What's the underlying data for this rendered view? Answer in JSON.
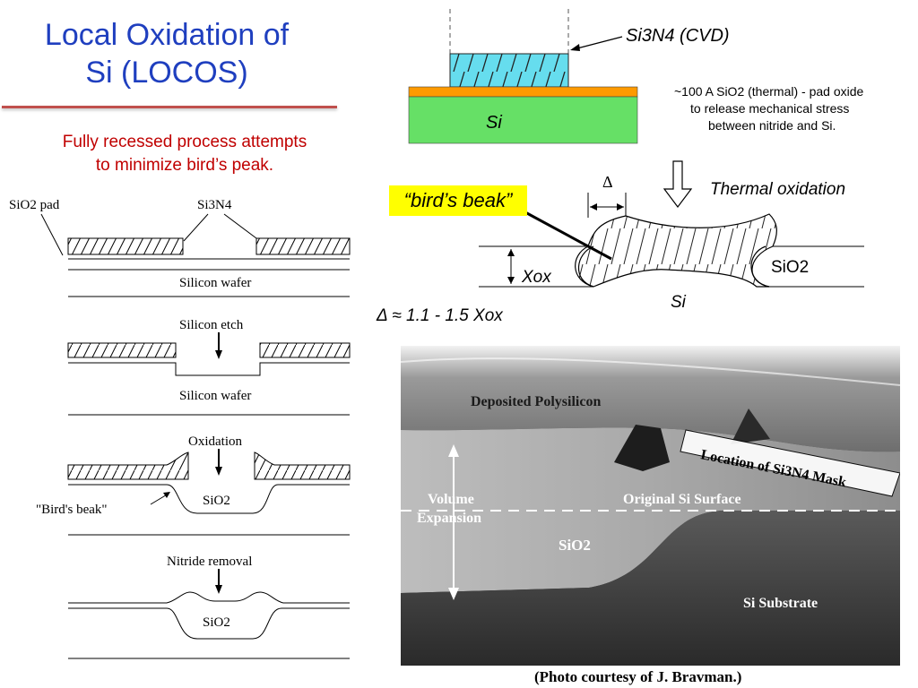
{
  "slide": {
    "title_line1": "Local Oxidation of",
    "title_line2": "Si (LOCOS)",
    "subtitle_line1": "Fully recessed process attempts",
    "subtitle_line2": "to minimize bird’s peak."
  },
  "top_diagram": {
    "nitride_label": "Si3N4 (CVD)",
    "si_label": "Si",
    "pad_oxide_note_line1": "~100 A SiO2 (thermal) - pad oxide",
    "pad_oxide_note_line2": "to release mechanical stress",
    "pad_oxide_note_line3": "between nitride and Si."
  },
  "beak_diagram": {
    "birds_beak_label": "“bird’s beak”",
    "delta_label": "Δ",
    "thermal_label": "Thermal oxidation",
    "xox_label": "Xox",
    "sio2_label": "SiO2",
    "si_label": "Si",
    "formula": "Δ ≈ 1.1 - 1.5 Xox"
  },
  "process_diagram": {
    "sio2_pad_label": "SiO2 pad",
    "si3n4_label": "Si3N4",
    "step1_wafer": "Silicon wafer",
    "step_etch": "Silicon etch",
    "step2_wafer": "Silicon wafer",
    "step_oxidation": "Oxidation",
    "sio2_label_a": "SiO2",
    "birds_beak_label": "\"Bird's beak\"",
    "step_nitride_removal": "Nitride removal",
    "sio2_label_b": "SiO2"
  },
  "photo": {
    "deposited_poly": "Deposited Polysilicon",
    "mask_location": "Location of Si3N4 Mask",
    "volume_line1": "Volume",
    "volume_line2": "Expansion",
    "original_surface": "Original Si Surface",
    "sio2": "SiO2",
    "substrate": "Si Substrate",
    "caption": "(Photo courtesy of J. Bravman.)"
  }
}
